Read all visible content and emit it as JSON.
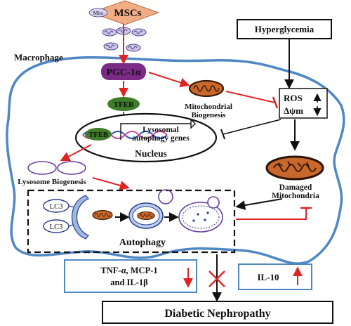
{
  "labels": {
    "mito": "Mito",
    "mscs": "MSCs",
    "macrophage": "Macrophage",
    "pgc": "PGC-1α",
    "tfeb": "TFEB",
    "tfeb_nucleus": "TFEB",
    "mito_bio_1": "Mitochondrial",
    "mito_bio_2": "Biogenesis",
    "hyperglycemia": "Hyperglycemia",
    "ros": "ROS",
    "dpsi": "Δψm",
    "lyso_genes_1": "Lysosomal",
    "lyso_genes_2": "autophagy genes",
    "nucleus": "Nucleus",
    "lyso_bio": "Lysosome Biogenesis",
    "damaged_1": "Damaged",
    "damaged_2": "Mitochondria",
    "lc3_top": "LC3",
    "lc3_bottom": "LC3",
    "autophagy": "Autophagy",
    "tnf_1": "TNF-α, MCP-1",
    "tnf_2": "and IL-1β",
    "il10": "IL-10",
    "dn": "Diabetic Nephropathy"
  },
  "colors": {
    "membrane": "#4f87c5",
    "activation": "#e02424",
    "flow": "#111111",
    "mscs_fill": "#f2ad84",
    "pgc_fill": "#7b2a86",
    "tfeb_fill": "#3f7d28",
    "mito_fill": "#c8682a",
    "lysosome": "#6b3fa0"
  },
  "icons": [
    "mitochondrion-icon",
    "lysosome-icon",
    "dna-helix-icon",
    "phagophore-icon",
    "autophagosome-icon",
    "autolysosome-icon"
  ]
}
